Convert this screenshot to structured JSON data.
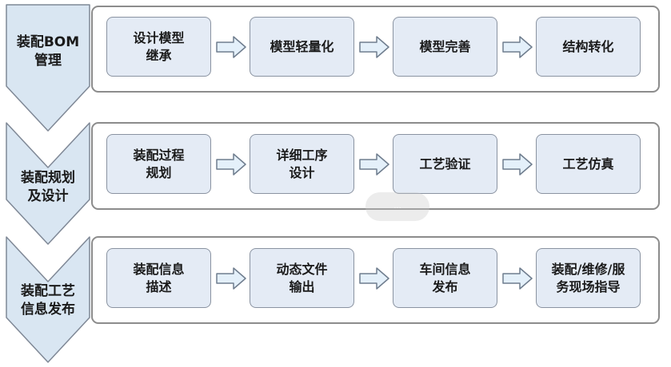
{
  "stages": [
    {
      "label": "装配BOM\n管理",
      "steps": [
        "设计模型\n继承",
        "模型轻量化",
        "模型完善",
        "结构转化"
      ]
    },
    {
      "label": "装配规划\n及设计",
      "steps": [
        "装配过程\n规划",
        "详细工序\n设计",
        "工艺验证",
        "工艺仿真"
      ]
    },
    {
      "label": "装配工艺\n信息发布",
      "steps": [
        "装配信息\n描述",
        "动态文件\n输出",
        "车间信息\n发布",
        "装配/维修/服\n务现场指导"
      ]
    }
  ],
  "colors": {
    "chevron_fill": "#d9e6f2",
    "chevron_stroke": "#7f8896",
    "node_fill": "#e4ebf5",
    "arrow_fill": "#e4f0fa",
    "arrow_stroke": "#6f7d8e"
  },
  "watermark_text": "..."
}
